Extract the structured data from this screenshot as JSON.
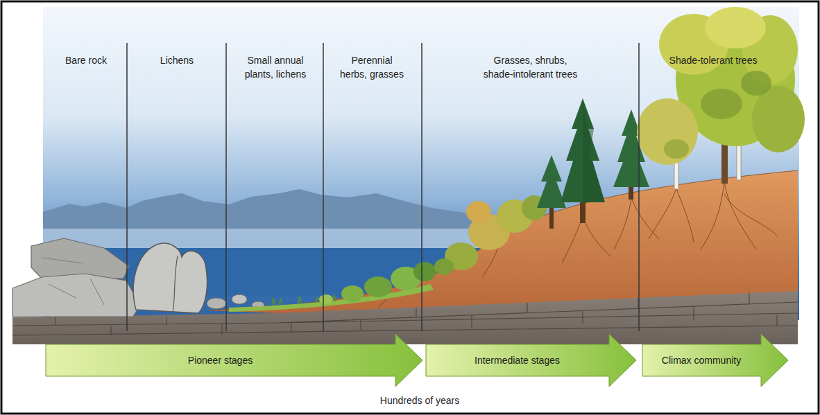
{
  "diagram": {
    "nodes": [
      {
        "text": [
          "Pioneer stages"
        ]
      },
      {
        "text": [
          "Intermediate stages"
        ]
      },
      {
        "text": [
          "Climax community"
        ]
      }
    ],
    "labels": [
      "Bare rock",
      "Lichens",
      "Small annual plants, lichens",
      "Perennial herbs, grasses",
      "Grasses, shrubs, shade-intolerant trees",
      "Shade-tolerant trees",
      "Hundreds of years"
    ]
  }
}
